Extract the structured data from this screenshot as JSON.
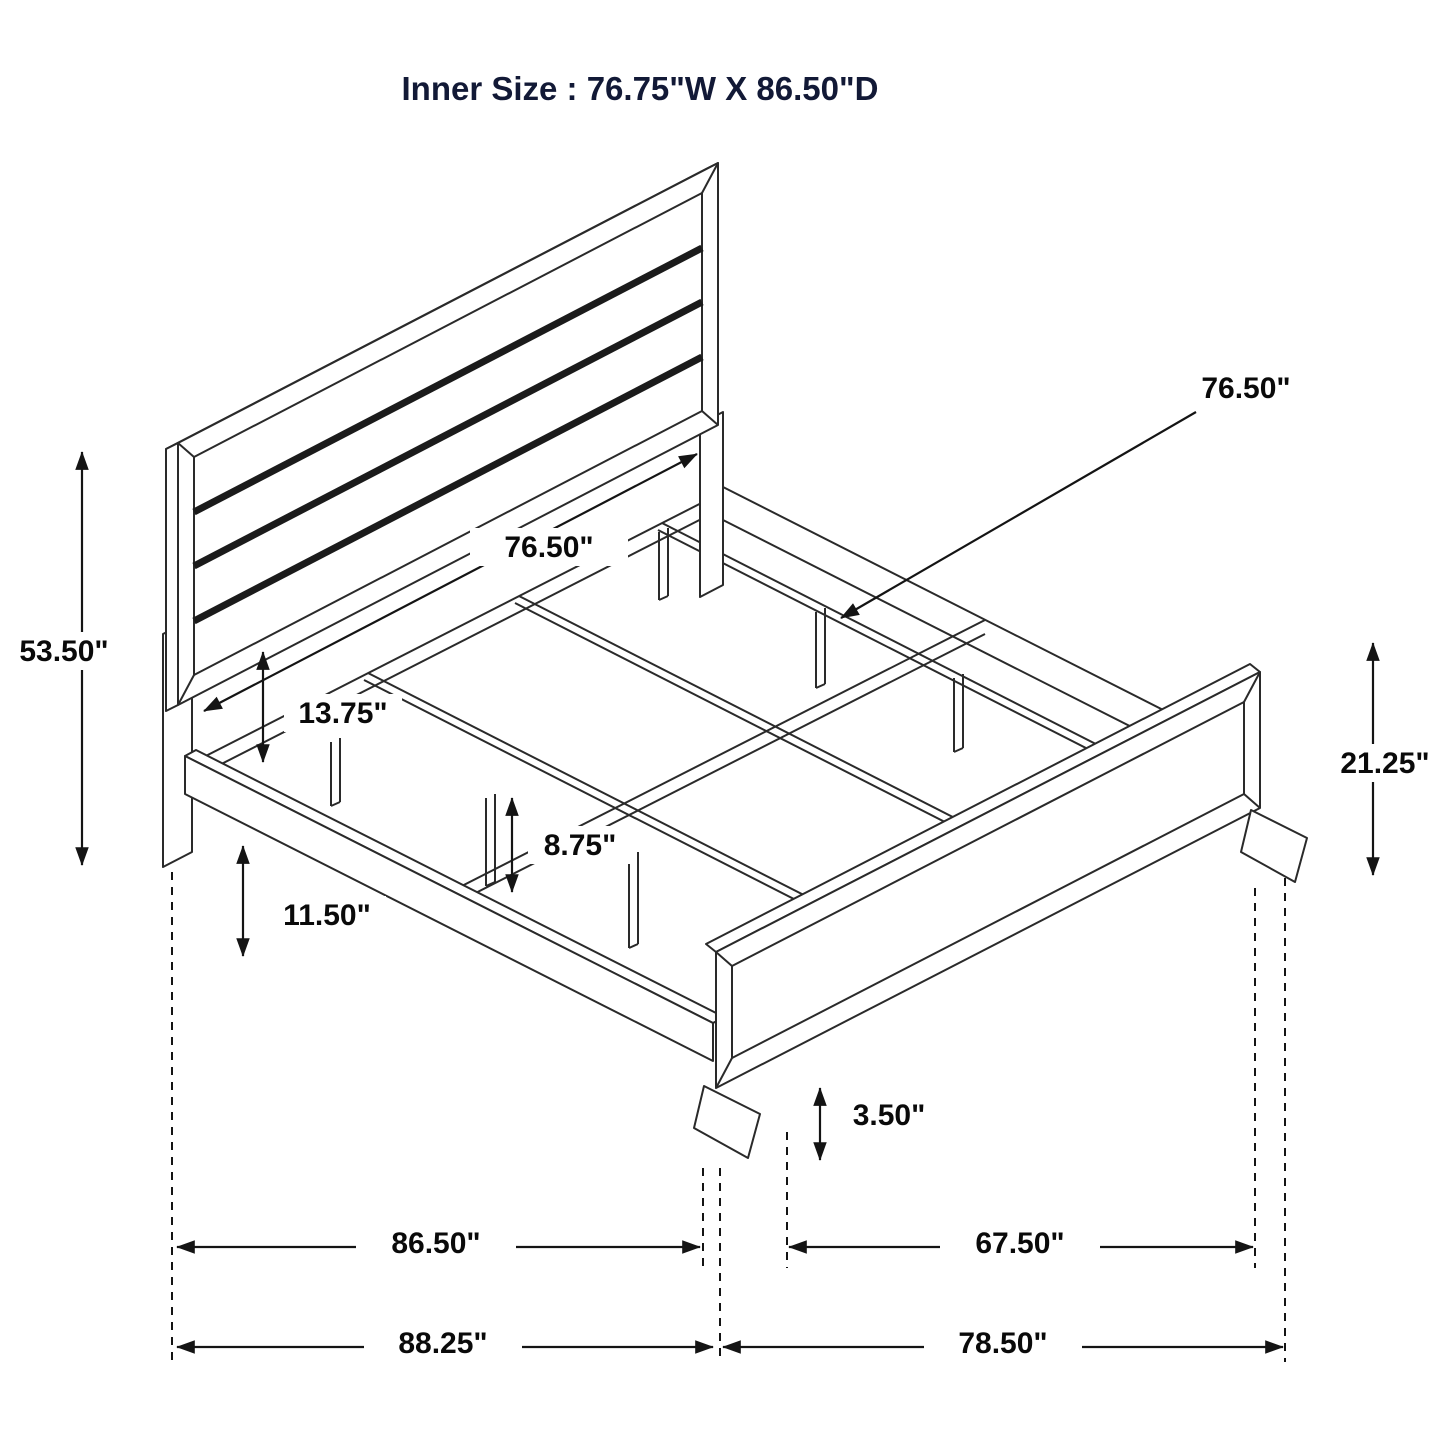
{
  "title": "Inner Size : 76.75\"W X 86.50\"D",
  "colors": {
    "line": "#2a2a2a",
    "dimension_text": "#0a0a0a",
    "title_text": "#121936",
    "background": "#ffffff"
  },
  "dimensions": {
    "side_rail_length": "76.50\"",
    "headboard_width": "76.50\"",
    "headboard_height": "53.50\"",
    "rail_top_to_headboard": "13.75\"",
    "side_rail_height": "11.50\"",
    "slat_support_height": "8.75\"",
    "footboard_height": "21.25\"",
    "footboard_clearance": "3.50\"",
    "inner_depth": "86.50\"",
    "footboard_inner_width": "67.50\"",
    "overall_depth": "88.25\"",
    "overall_width": "78.50\""
  }
}
